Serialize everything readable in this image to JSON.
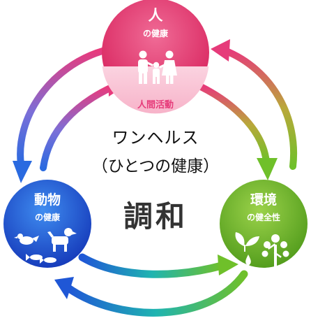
{
  "human": {
    "title": "人",
    "subtitle": "の健康",
    "activity": "人間活動",
    "color": "#e63b7a"
  },
  "animal": {
    "title": "動物",
    "subtitle": "の健康",
    "color": "#1f57d6"
  },
  "environment": {
    "title": "環境",
    "subtitle": "の健全性",
    "color": "#6fb82a"
  },
  "center": {
    "title": "ワンヘルス",
    "subtitle": "（ひとつの健康）",
    "harmony": "調和"
  },
  "icons": [
    "family-icon",
    "bird-icon",
    "dog-icon",
    "fish-icon",
    "plant-sprout-icon",
    "water-drop-icon",
    "tree-icon"
  ]
}
